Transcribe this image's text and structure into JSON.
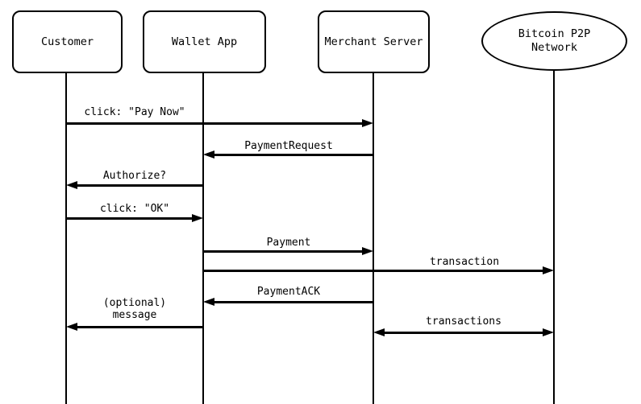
{
  "diagram": {
    "type": "sequence-diagram",
    "colors": {
      "line": "#000000",
      "background": "#ffffff"
    },
    "actors": [
      {
        "label": "Customer",
        "shape": "rounded-rect"
      },
      {
        "label": "Wallet App",
        "shape": "rounded-rect"
      },
      {
        "label": "Merchant Server",
        "shape": "rounded-rect"
      },
      {
        "label": "Bitcoin P2P\nNetwork",
        "shape": "ellipse"
      }
    ],
    "messages": [
      {
        "label": "click: \"Pay Now\"",
        "from": "Customer",
        "to": "Merchant Server",
        "arrow": "right"
      },
      {
        "label": "PaymentRequest",
        "from": "Merchant Server",
        "to": "Wallet App",
        "arrow": "left"
      },
      {
        "label": "Authorize?",
        "from": "Wallet App",
        "to": "Customer",
        "arrow": "left"
      },
      {
        "label": "click: \"OK\"",
        "from": "Customer",
        "to": "Wallet App",
        "arrow": "right"
      },
      {
        "label": "Payment",
        "from": "Wallet App",
        "to": "Merchant Server",
        "arrow": "right"
      },
      {
        "label": "transaction",
        "from": "Wallet App",
        "to": "Bitcoin P2P Network",
        "arrow": "right"
      },
      {
        "label": "PaymentACK",
        "from": "Merchant Server",
        "to": "Wallet App",
        "arrow": "left"
      },
      {
        "label": "(optional)\nmessage",
        "from": "Wallet App",
        "to": "Customer",
        "arrow": "left"
      },
      {
        "label": "transactions",
        "from": "Merchant Server",
        "to": "Bitcoin P2P Network",
        "arrow": "both"
      }
    ]
  }
}
